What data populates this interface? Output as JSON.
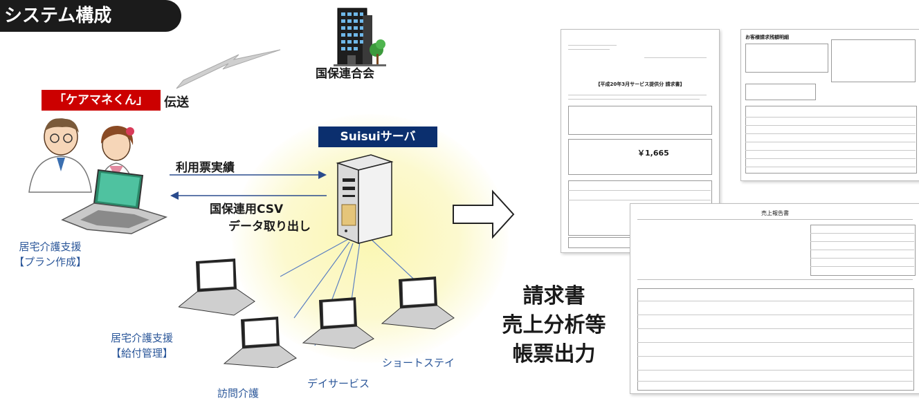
{
  "title": "システム構成",
  "product_label": "「ケアマネくん」",
  "transmission_label": "伝送",
  "federation_label": "国保連合会",
  "server_label": "Suisuiサーバ",
  "flow_labels": {
    "usage_results": "利用票実績",
    "csv_line1": "国保連用CSV",
    "csv_line2": "データ取り出し"
  },
  "clients": {
    "plan": {
      "line1": "居宅介護支援",
      "line2": "【プラン作成】"
    },
    "benefit": {
      "line1": "居宅介護支援",
      "line2": "【給付管理】"
    },
    "home_visit": "訪問介護",
    "day_service": "デイサービス",
    "short_stay": "ショートステイ"
  },
  "output": {
    "line1": "請求書",
    "line2": "売上分析等",
    "line3": "帳票出力"
  },
  "documents": {
    "invoice": {
      "title": "【平成20年3月サービス提供分 請求書】",
      "amount": "￥1,665"
    },
    "billing_detail": {
      "title": "お客様請求残額明細"
    },
    "sales_report": {
      "title": "売上報告書"
    }
  },
  "colors": {
    "banner": "#1b1b1b",
    "product_label": "#cc0000",
    "server_label": "#0b2f6e",
    "arrow": "#2a4b8d",
    "client_text": "#2a5699",
    "glow": "#fbf7b2",
    "link_line": "#5b7fc1"
  },
  "icons": [
    "building-icon",
    "lightning-icon",
    "people-icon",
    "laptop-icon",
    "server-icon",
    "right-arrow-icon"
  ]
}
